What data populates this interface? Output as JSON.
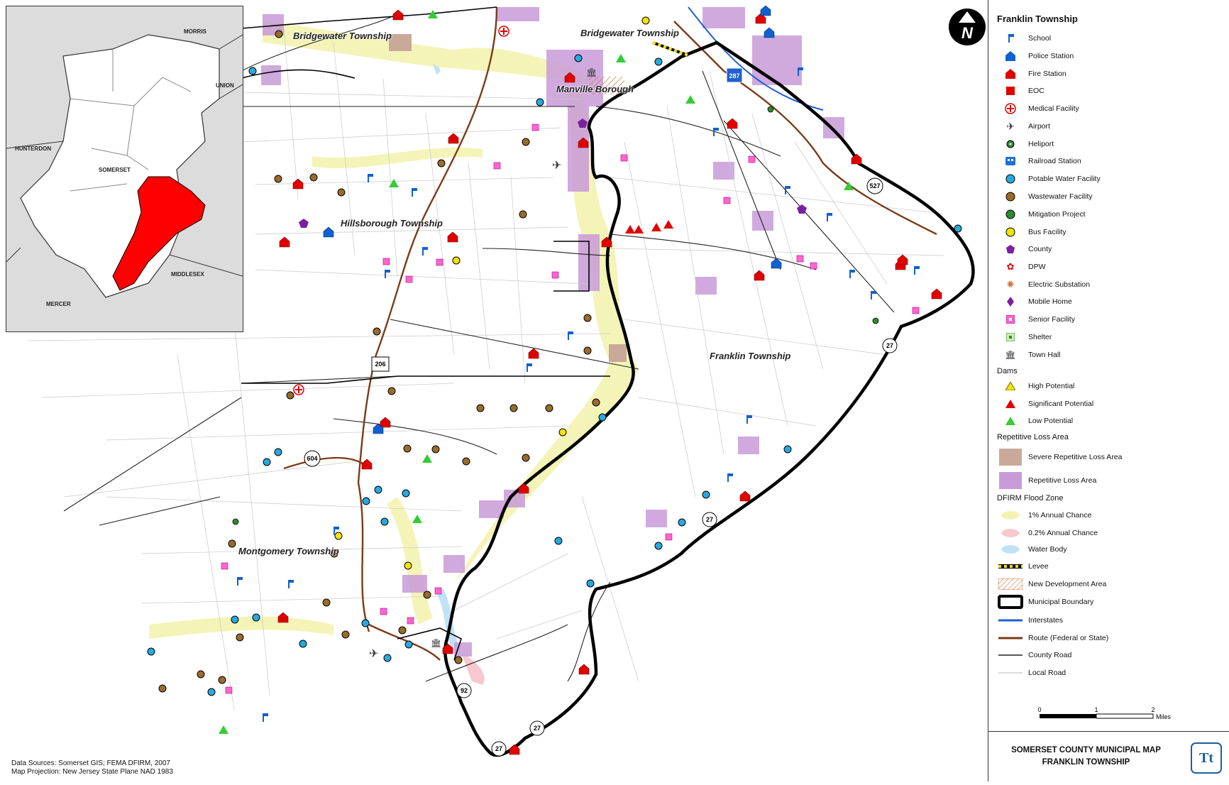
{
  "map": {
    "municipality_labels": [
      "Bridgewater Township",
      "Bridgewater Township",
      "Manville Borough",
      "Hillsborough Township",
      "Franklin Township",
      "Montgomery Township"
    ],
    "route_shields": [
      "287",
      "527",
      "27",
      "206",
      "604",
      "27",
      "27",
      "92",
      "27",
      "27"
    ],
    "colors": {
      "township_fill": "#cc0000",
      "boundary": "#000000",
      "route": "#7a3b1a",
      "interstate": "#1f5fd1",
      "flood_1pct": "#f3f3b0",
      "flood_02pct": "#f7c8d0",
      "water": "#bfe3f5",
      "repetitive_loss": "#c89bd8",
      "severe_repetitive_loss": "#c9a99a"
    }
  },
  "inset": {
    "labels": [
      "MORRIS",
      "UNION",
      "HUNTERDON",
      "SOMERSET",
      "MIDDLESEX",
      "MERCER"
    ]
  },
  "legend": {
    "title": "Franklin Township",
    "items": [
      {
        "label": "School",
        "icon": "school-flag-icon"
      },
      {
        "label": "Police Station",
        "icon": "police-house-icon"
      },
      {
        "label": "Fire Station",
        "icon": "fire-house-icon"
      },
      {
        "label": "EOC",
        "icon": "eoc-square-icon"
      },
      {
        "label": "Medical Facility",
        "icon": "medical-cross-icon"
      },
      {
        "label": "Airport",
        "icon": "airport-plane-icon"
      },
      {
        "label": "Heliport",
        "icon": "heliport-icon"
      },
      {
        "label": "Railroad Station",
        "icon": "railroad-icon"
      },
      {
        "label": "Potable Water Facility",
        "icon": "water-circle-icon"
      },
      {
        "label": "Wastewater Facility",
        "icon": "wastewater-circle-icon"
      },
      {
        "label": "Mitigation Project",
        "icon": "mitigation-circle-icon"
      },
      {
        "label": "Bus Facility",
        "icon": "bus-circle-icon"
      },
      {
        "label": "County",
        "icon": "county-pentagon-icon"
      },
      {
        "label": "DPW",
        "icon": "dpw-gear-icon"
      },
      {
        "label": "Electric Substation",
        "icon": "substation-icon"
      },
      {
        "label": "Mobile Home",
        "icon": "mobile-home-diamond-icon"
      },
      {
        "label": "Senior Facility",
        "icon": "senior-square-icon"
      },
      {
        "label": "Shelter",
        "icon": "shelter-square-icon"
      },
      {
        "label": "Town Hall",
        "icon": "town-hall-icon"
      }
    ],
    "dams_header": "Dams",
    "dams": [
      {
        "label": "High Potential",
        "color": "#f5e300"
      },
      {
        "label": "Significant Potential",
        "color": "#e00000"
      },
      {
        "label": "Low Potential",
        "color": "#33cc33"
      }
    ],
    "rla_header": "Repetitive Loss Area",
    "rla": [
      {
        "label": "Severe Repetitive Loss Area",
        "color": "#c9a99a"
      },
      {
        "label": "Repetitive Loss Area",
        "color": "#c89bd8"
      }
    ],
    "flood_header": "DFIRM Flood Zone",
    "flood": [
      {
        "label": "1% Annual Chance",
        "color": "#f3f3b0"
      },
      {
        "label": "0.2% Annual Chance",
        "color": "#f7c8d0"
      },
      {
        "label": "Water Body",
        "color": "#bfe3f5"
      }
    ],
    "lines": [
      {
        "label": "Levee",
        "icon": "levee-line-icon"
      },
      {
        "label": "New Development Area",
        "icon": "hatch-area-icon"
      },
      {
        "label": "Municipal Boundary",
        "icon": "boundary-box-icon"
      },
      {
        "label": "Interstates",
        "icon": "interstate-line-icon"
      },
      {
        "label": "Route (Federal or State)",
        "icon": "route-line-icon"
      },
      {
        "label": "County Road",
        "icon": "county-road-line-icon"
      },
      {
        "label": "Local Road",
        "icon": "local-road-line-icon"
      }
    ],
    "scale": {
      "ticks": [
        "0",
        "1",
        "2"
      ],
      "unit": "Miles"
    }
  },
  "title_block": {
    "line1": "SOMERSET COUNTY MUNICIPAL MAP",
    "line2": "FRANKLIN TOWNSHIP",
    "logo_text": "Tt"
  },
  "sources": {
    "line1": "Data Sources: Somerset GIS; FEMA DFIRM, 2007",
    "line2": "Map Projection: New Jersey State Plane NAD 1983"
  },
  "north_arrow": "N"
}
